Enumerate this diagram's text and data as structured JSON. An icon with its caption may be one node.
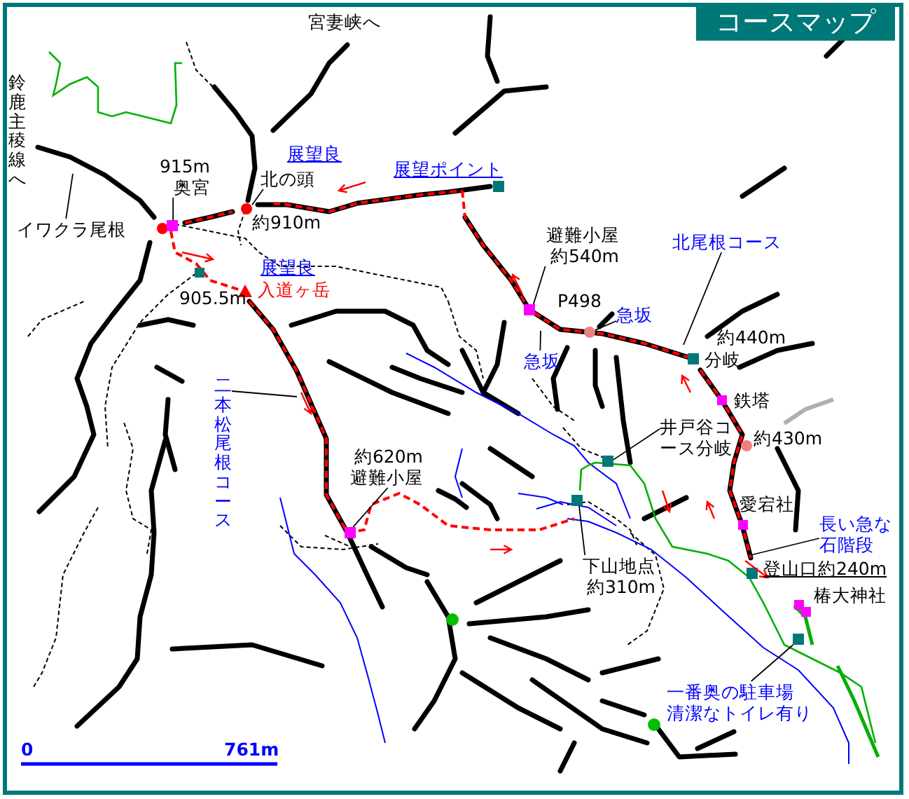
{
  "diagram": {
    "title": "コースマップ",
    "nodes": [
      {
        "text": [
          "915m",
          "奥宮"
        ]
      },
      {
        "text": [],
        "shape": "box"
      },
      {
        "text": [
          "北の頭"
        ]
      },
      {
        "text": [],
        "shape": "circle"
      },
      {
        "text": [
          "イワクラ尾根"
        ]
      },
      {
        "text": [
          "避難小屋",
          "約540m"
        ]
      },
      {
        "text": [],
        "shape": "box"
      },
      {
        "text": [
          "急坂"
        ]
      },
      {
        "text": [
          "急坂"
        ]
      },
      {
        "text": [],
        "shape": "circle"
      },
      {
        "text": [
          "北尾根コース"
        ]
      },
      {
        "text": [
          "井戸谷コース分岐"
        ]
      },
      {
        "text": [],
        "shape": "box"
      },
      {
        "text": [
          "下山地点",
          "約310m"
        ]
      },
      {
        "text": [],
        "shape": "box"
      },
      {
        "text": [
          "長い急な石階段"
        ]
      },
      {
        "text": [
          "一番奥の駐車場",
          "清潔なトイレ有り"
        ]
      },
      {
        "text": [],
        "shape": "box"
      },
      {
        "text": [
          "約620m",
          "避難小屋"
        ]
      },
      {
        "text": [],
        "shape": "box"
      },
      {
        "text": [
          "二本松尾根コース"
        ]
      }
    ],
    "edges": [
      {
        "from": 0,
        "to": 1,
        "arrow": "none"
      },
      {
        "from": 2,
        "to": 3,
        "arrow": "none"
      },
      {
        "from": 4,
        "to": null,
        "arrow": "none"
      },
      {
        "from": 5,
        "to": 6,
        "arrow": "none"
      },
      {
        "from": 7,
        "to": null,
        "arrow": "none"
      },
      {
        "from": 8,
        "to": 9,
        "arrow": "none"
      },
      {
        "from": 10,
        "to": null,
        "arrow": "none"
      },
      {
        "from": 11,
        "to": 12,
        "arrow": "none"
      },
      {
        "from": 13,
        "to": 14,
        "arrow": "none"
      },
      {
        "from": 15,
        "to": null,
        "arrow": "none"
      },
      {
        "from": 16,
        "to": 17,
        "arrow": "none"
      },
      {
        "from": 18,
        "to": 19,
        "arrow": "none"
      },
      {
        "from": 20,
        "to": null,
        "arrow": "none"
      }
    ],
    "labels": [
      "宮妻峡へ",
      "鈴鹿主稜線へ",
      "展望良",
      "展望ポイント",
      "約910m",
      "展望良",
      "入道ヶ岳",
      "905.5m",
      "P498",
      "約440m",
      "分岐",
      "鉄塔",
      "約430m",
      "愛宕社",
      "登山口約240m",
      "椿大神社",
      "0",
      "761m"
    ]
  }
}
